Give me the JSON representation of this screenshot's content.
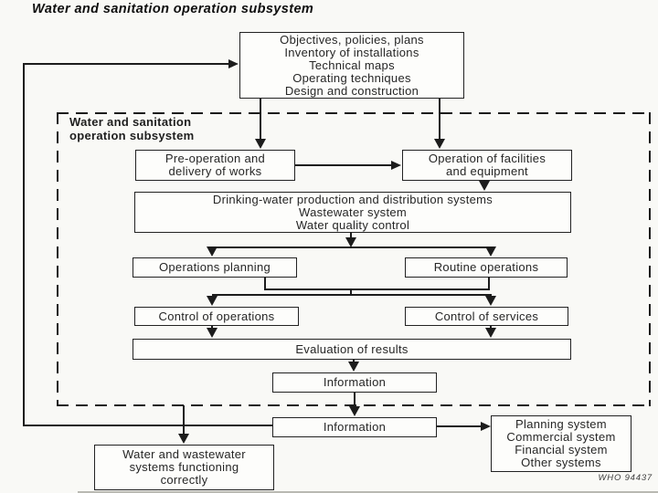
{
  "title": "Water and sanitation operation subsystem",
  "subsystem_label": {
    "line1": "Water and sanitation",
    "line2": "operation subsystem"
  },
  "boxes": {
    "inputs": {
      "lines": [
        "Objectives, policies, plans",
        "Inventory of installations",
        "Technical maps",
        "Operating techniques",
        "Design and construction"
      ]
    },
    "pre_operation": {
      "lines": [
        "Pre-operation and",
        "delivery of works"
      ]
    },
    "operation_facilities": {
      "lines": [
        "Operation of facilities",
        "and equipment"
      ]
    },
    "production_systems": {
      "lines": [
        "Drinking-water production and distribution systems",
        "Wastewater system",
        "Water quality control"
      ]
    },
    "operations_planning": {
      "label": "Operations planning"
    },
    "routine_operations": {
      "label": "Routine operations"
    },
    "control_operations": {
      "label": "Control of operations"
    },
    "control_services": {
      "label": "Control of services"
    },
    "evaluation": {
      "label": "Evaluation of results"
    },
    "information_inner": {
      "label": "Information"
    },
    "information_outer": {
      "label": "Information"
    },
    "outcome": {
      "lines": [
        "Water and wastewater",
        "systems functioning",
        "correctly"
      ]
    },
    "external_systems": {
      "lines": [
        "Planning system",
        "Commercial system",
        "Financial system",
        "Other systems"
      ]
    }
  },
  "watermark": "WHO 94437",
  "colors": {
    "background": "#f9f9f6",
    "line": "#1c1c1c",
    "box_background": "#fdfdfb",
    "text": "#262626"
  }
}
